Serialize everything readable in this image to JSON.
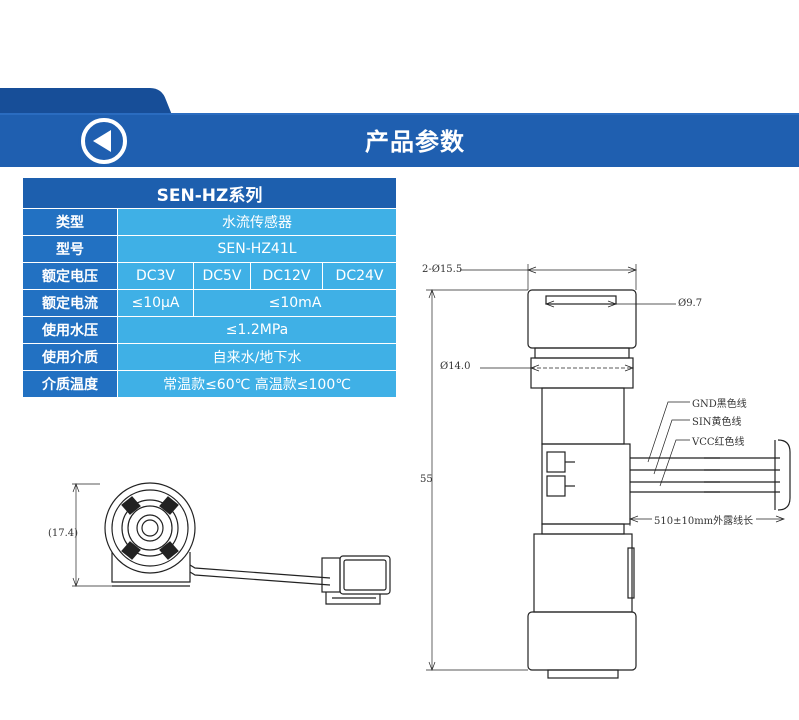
{
  "header": {
    "title": "产品参数",
    "back_icon": "circle-left-arrow-icon",
    "colors": {
      "banner": "#1f5fb0",
      "banner_dark": "#174e98"
    }
  },
  "spec_table": {
    "title": "SEN-HZ系列",
    "rows": [
      {
        "label": "类型",
        "values": [
          "水流传感器"
        ]
      },
      {
        "label": "型号",
        "values": [
          "SEN-HZ41L"
        ]
      },
      {
        "label": "额定电压",
        "values": [
          "DC3V",
          "DC5V",
          "DC12V",
          "DC24V"
        ]
      },
      {
        "label": "额定电流",
        "values": [
          "≤10μA",
          "≤10mA"
        ]
      },
      {
        "label": "使用水压",
        "values": [
          "≤1.2MPa"
        ]
      },
      {
        "label": "使用介质",
        "values": [
          "自来水/地下水"
        ]
      },
      {
        "label": "介质温度",
        "values": [
          "常温款≤60℃ 高温款≤100℃"
        ]
      }
    ],
    "colors": {
      "header": "#1d5fae",
      "label": "#2271c2",
      "value": "#3fb0e6"
    }
  },
  "side_view": {
    "dim_height": "(17.4)"
  },
  "front_view": {
    "dim_top": "2-Ø15.5",
    "dim_inner": "Ø9.7",
    "dim_body": "Ø14.0",
    "dim_length": "55",
    "wire_gnd": "GND黑色线",
    "wire_sin": "SIN黄色线",
    "wire_vcc": "VCC红色线",
    "wire_length": "510±10mm外露线长"
  }
}
